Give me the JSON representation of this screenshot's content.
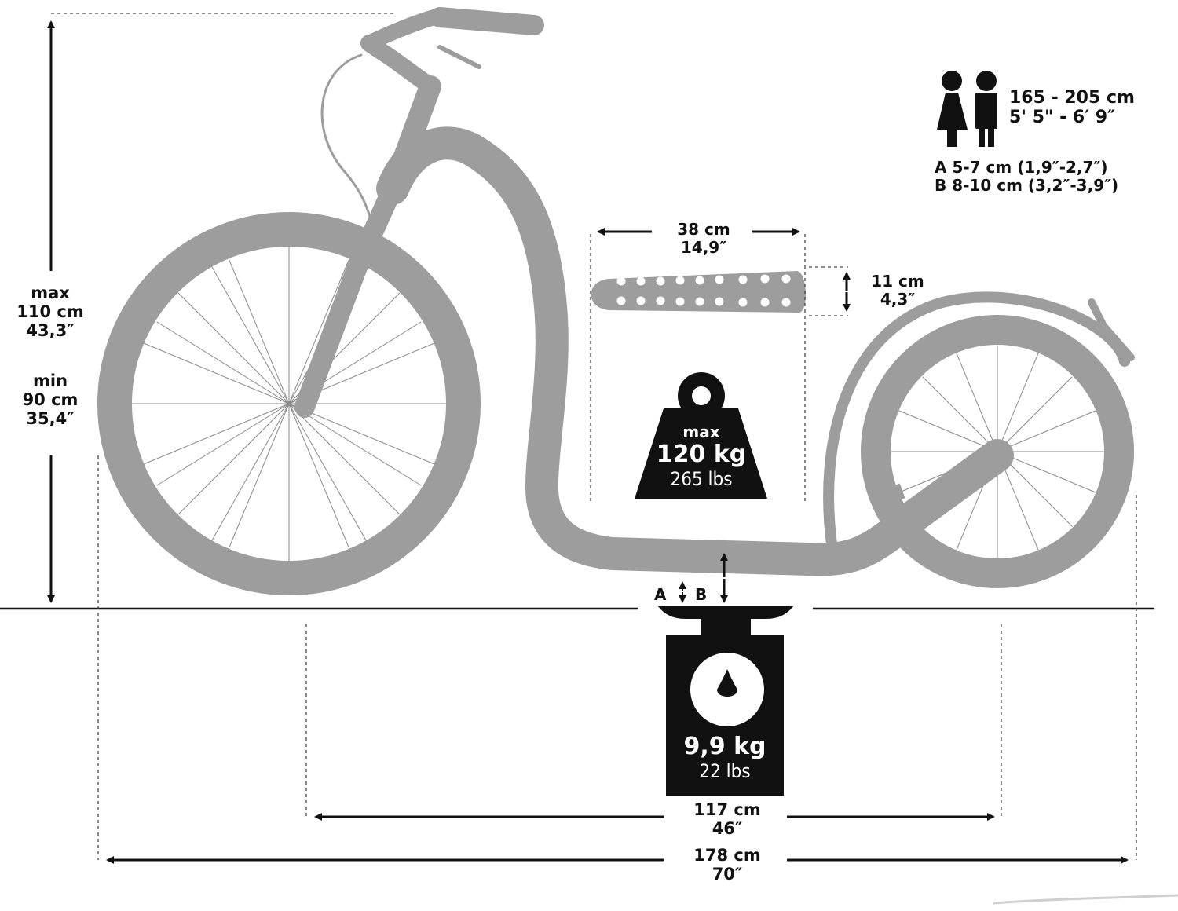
{
  "height": {
    "max_label": "max",
    "max_cm": "110 cm",
    "max_in": "43,3″",
    "min_label": "min",
    "min_cm": "90 cm",
    "min_in": "35,4″"
  },
  "rider": {
    "range_cm": "165 - 205 cm",
    "range_ft": "5' 5\" - 6′ 9″",
    "a_range": "A 5-7 cm (1,9″-2,7″)",
    "b_range": "B 8-10 cm (3,2″-3,9″)"
  },
  "deck": {
    "length_cm": "38 cm",
    "length_in": "14,9″",
    "width_cm": "11 cm",
    "width_in": "4,3″"
  },
  "load": {
    "label": "max",
    "kg": "120 kg",
    "lbs": "265 lbs"
  },
  "clearance": {
    "a": "A",
    "b": "B"
  },
  "scooter_weight": {
    "kg": "9,9 kg",
    "lbs": "22 lbs"
  },
  "wheelbase": {
    "cm": "117 cm",
    "in": "46″"
  },
  "total_length": {
    "cm": "178 cm",
    "in": "70″"
  },
  "colors": {
    "frame_gray": "#9d9d9d",
    "ink": "#111111",
    "background": "#ffffff"
  }
}
